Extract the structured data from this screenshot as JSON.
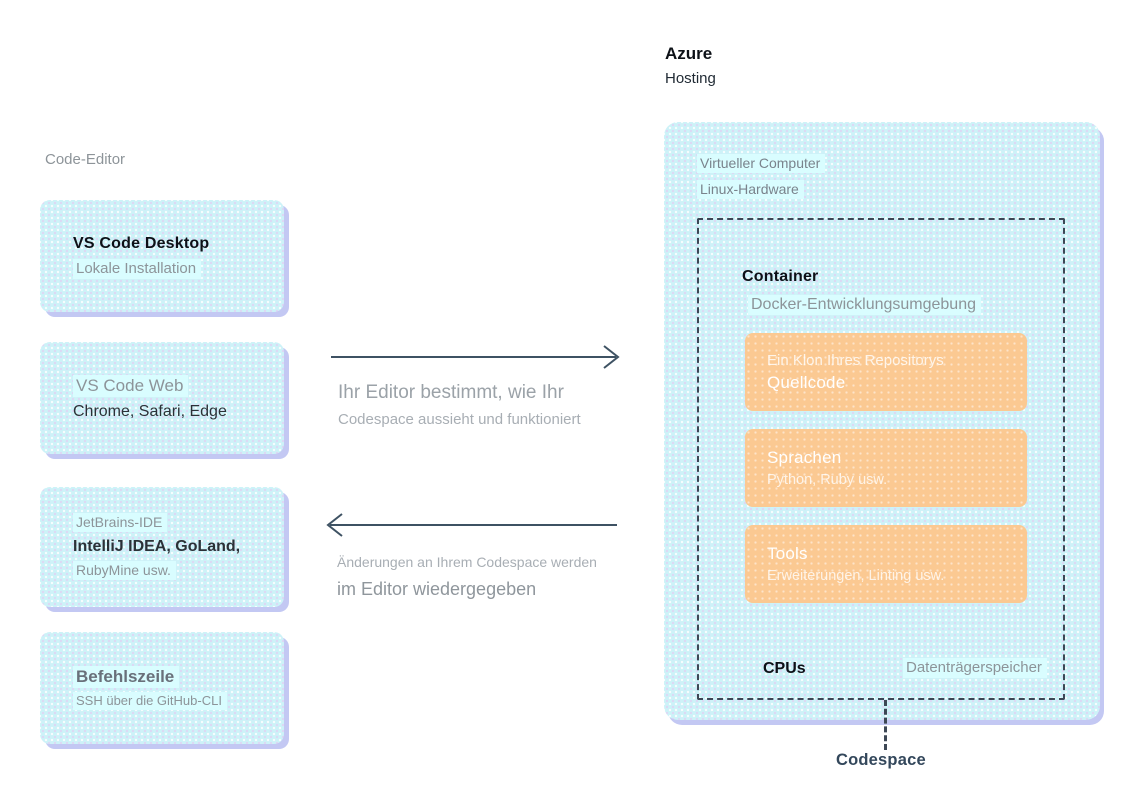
{
  "left": {
    "section_label": "Code-Editor",
    "cards": [
      {
        "title": "VS Code Desktop",
        "subtitle": "Lokale Installation"
      },
      {
        "title": "VS Code Web",
        "subtitle": "Chrome, Safari, Edge"
      },
      {
        "label": "JetBrains-IDE",
        "title": "IntelliJ IDEA, GoLand,",
        "subtitle": "RubyMine usw."
      },
      {
        "title": "Befehlszeile",
        "subtitle": "SSH über die GitHub-CLI"
      }
    ]
  },
  "middle": {
    "right_arrow_caption_line1": "Ihr Editor bestimmt, wie Ihr",
    "right_arrow_caption_line2": "Codespace aussieht und funktioniert",
    "left_arrow_caption_line1": "Änderungen an Ihrem Codespace werden",
    "left_arrow_caption_line2": "im Editor wiedergegeben"
  },
  "right": {
    "header_title": "Azure",
    "header_subtitle": "Hosting",
    "vm_label": "Virtueller Computer",
    "vm_sublabel": "Linux-Hardware",
    "container_title": "Container",
    "container_subtitle": "Docker-Entwicklungsumgebung",
    "boxes": [
      {
        "line1": "Ein Klon Ihres Repositorys",
        "line2": "Quellcode"
      },
      {
        "line1": "Sprachen",
        "line2": "Python, Ruby usw."
      },
      {
        "line1": "Tools",
        "line2": "Erweiterungen, Linting usw."
      }
    ],
    "cpu_label": "CPUs",
    "storage_label": "Datenträgerspeicher",
    "codespace_label": "Codespace"
  },
  "colors": {
    "panel_bg": "#cdf2f8",
    "card_shadow": "#c3c8f3",
    "highlight": "#d9fdff",
    "orange": "#fbc992",
    "arrow": "#3e5263",
    "dashed_border": "#3d4755",
    "codespace_color": "#33475b",
    "gray_text": "#8d9499",
    "dark_text": "#0d1117"
  }
}
